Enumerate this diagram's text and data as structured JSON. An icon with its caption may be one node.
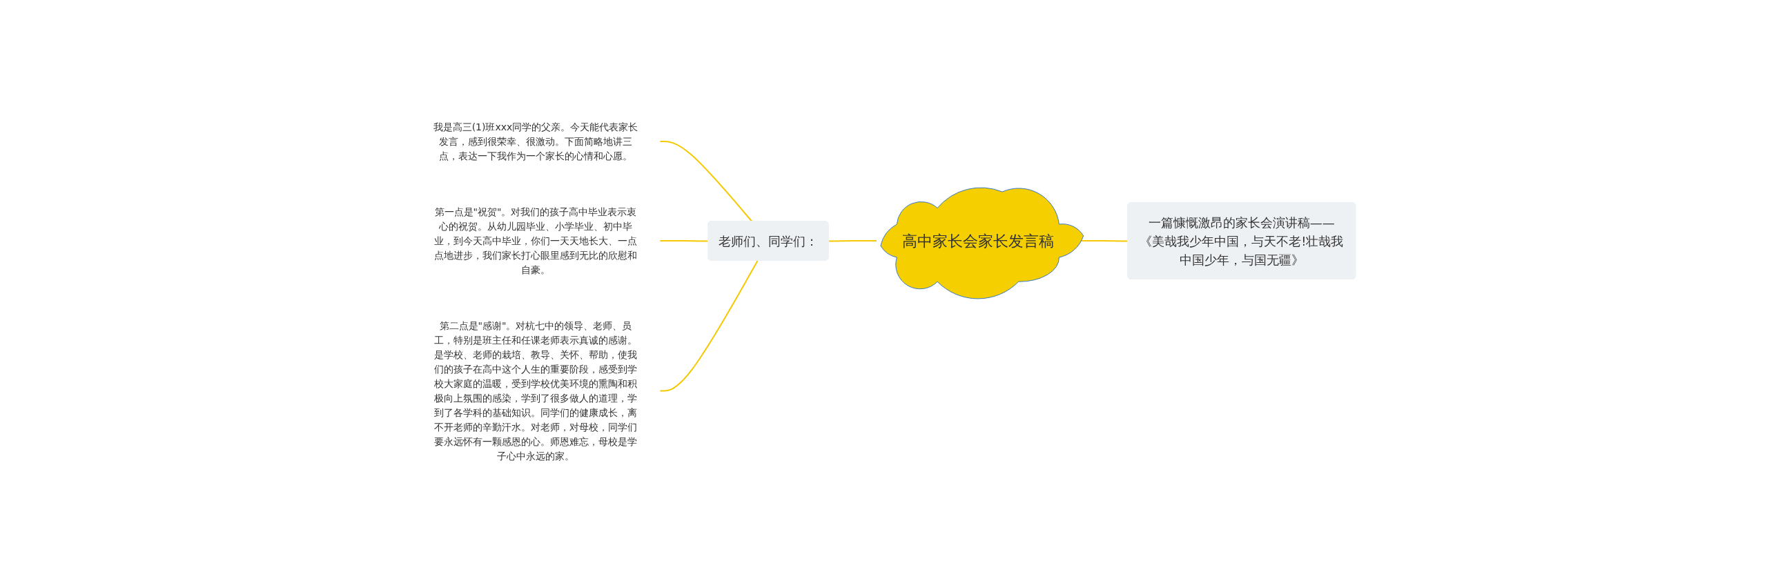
{
  "diagram": {
    "nodes": [
      {
        "text": [
          "高中家长会家长发言稿"
        ]
      },
      {
        "text": [
          "老师们、同学们："
        ]
      },
      {
        "text": [
          "我是高三(1)班xxx同学的父亲。今天能代表家长发言，感到很荣幸、很激动。下面简略地讲三点，表达一下我作为一个家长的心情和心愿。"
        ]
      },
      {
        "text": [
          "第一点是\"祝贺\"。对我们的孩子高中毕业表示衷心的祝贺。从幼儿园毕业、小学毕业、初中毕业，到今天高中毕业，你们一天天地长大、一点点地进步，我们家长打心眼里感到无比的欣慰和自豪。"
        ]
      },
      {
        "text": [
          "第二点是\"感谢\"。对杭七中的领导、老师、员工，特别是班主任和任课老师表示真诚的感谢。是学校、老师的栽培、教导、关怀、帮助，使我们的孩子在高中这个人生的重要阶段，感受到学校大家庭的温暖，受到学校优美环境的熏陶和积极向上氛围的感染，学到了很多做人的道理，学到了各学科的基础知识。同学们的健康成长，离不开老师的辛勤汗水。对老师，对母校，同学们要永远怀有一颗感恩的心。师恩难忘，母校是学子心中永远的家。"
        ]
      },
      {
        "text": [
          "一篇慷慨激昂的家长会演讲稿——《美哉我少年中国，与天不老!壮哉我中国少年，与国无疆》"
        ]
      }
    ],
    "edges": [
      {
        "from": 0,
        "to": 1,
        "arrow": "none"
      },
      {
        "from": 1,
        "to": 2,
        "arrow": "none"
      },
      {
        "from": 1,
        "to": 3,
        "arrow": "none"
      },
      {
        "from": 1,
        "to": 4,
        "arrow": "none"
      },
      {
        "from": 5,
        "to": 0,
        "arrow": "none"
      }
    ]
  }
}
